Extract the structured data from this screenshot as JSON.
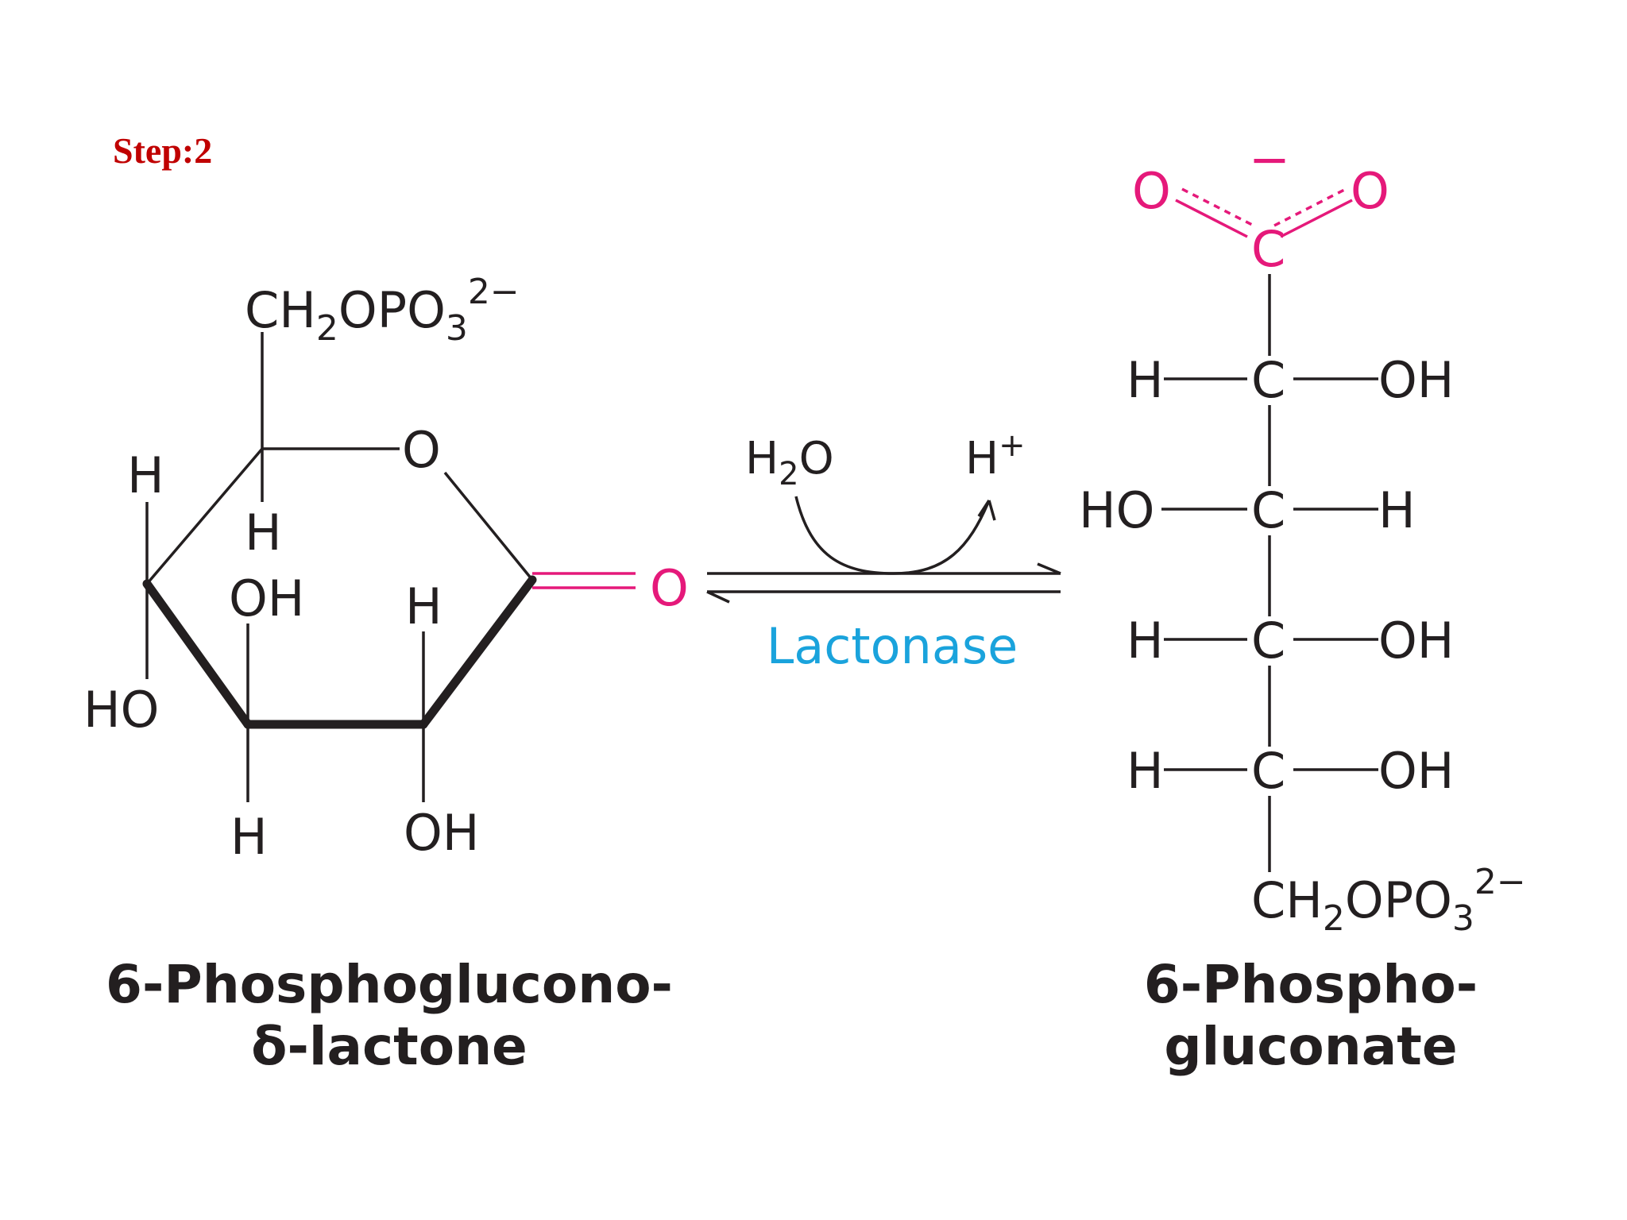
{
  "step_label": "Step:2",
  "reactant": {
    "ch2opo3": "CH",
    "sub2": "2",
    "opo": "OPO",
    "sub3": "3",
    "charge": "2−",
    "ring_o": "O",
    "carbonyl_o": "O",
    "h_c5": "H",
    "h_c4_top": "H",
    "ho_c4": "HO",
    "oh_c3_top": "OH",
    "h_c3_bottom": "H",
    "h_c2_top": "H",
    "oh_c2_bottom": "OH",
    "name_line1": "6-Phosphoglucono-",
    "name_line2": "δ-lactone"
  },
  "reaction": {
    "water": "H",
    "water_sub": "2",
    "water_o": "O",
    "proton": "H",
    "proton_charge": "+",
    "enzyme": "Lactonase"
  },
  "product": {
    "carboxyl_o_left": "O",
    "carboxyl_o_right": "O",
    "carboxyl_c": "C",
    "carboxyl_charge": "−",
    "rows": [
      {
        "left": "H",
        "center": "C",
        "right": "OH"
      },
      {
        "left": "HO",
        "center": "C",
        "right": "H"
      },
      {
        "left": "H",
        "center": "C",
        "right": "OH"
      },
      {
        "left": "H",
        "center": "C",
        "right": "OH"
      }
    ],
    "ch2opo3": "CH",
    "sub2": "2",
    "opo": "OPO",
    "sub3": "3",
    "charge": "2−",
    "name_line1": "6-Phospho-",
    "name_line2": "gluconate"
  },
  "colors": {
    "highlight": "#e5197a",
    "enzyme": "#1aa3dc",
    "step": "#c00000",
    "ink": "#231f20"
  }
}
